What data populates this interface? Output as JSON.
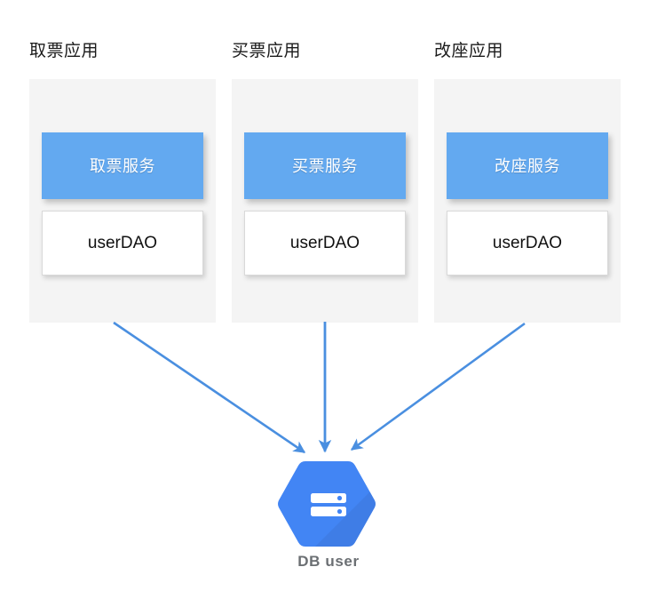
{
  "diagram": {
    "title_color": "#1a1a1a",
    "panel_bg": "#f4f4f4",
    "service_color": "#63a9f0",
    "arrow_color": "#4a8fe0",
    "db_color": "#4285f4",
    "db_shade_color": "#3b73d4",
    "caption_color": "#6b6f73"
  },
  "columns": [
    {
      "title": "取票应用",
      "service": "取票服务",
      "dao": "userDAO"
    },
    {
      "title": "买票应用",
      "service": "买票服务",
      "dao": "userDAO"
    },
    {
      "title": "改座应用",
      "service": "改座服务",
      "dao": "userDAO"
    }
  ],
  "database": {
    "label": "DB user",
    "icon": "database-hexagon-icon"
  },
  "arrows": [
    {
      "name": "arrow-app1-to-db",
      "from": "取票应用",
      "to": "DB user"
    },
    {
      "name": "arrow-app2-to-db",
      "from": "买票应用",
      "to": "DB user"
    },
    {
      "name": "arrow-app3-to-db",
      "from": "改座应用",
      "to": "DB user"
    }
  ]
}
